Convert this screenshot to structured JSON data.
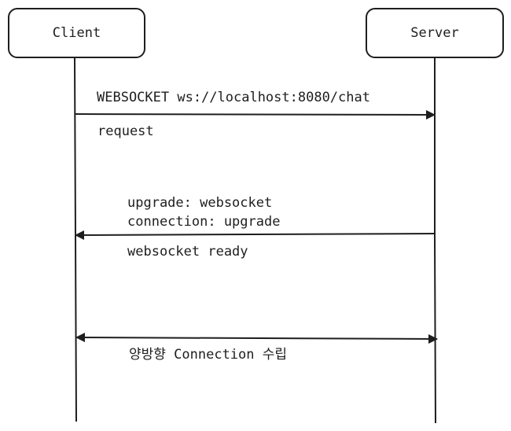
{
  "participants": {
    "client": "Client",
    "server": "Server"
  },
  "messages": [
    {
      "direction": "client-to-server",
      "above": "WEBSOCKET ws://localhost:8080/chat",
      "below": "request"
    },
    {
      "direction": "server-to-client",
      "above_1": "upgrade: websocket",
      "above_2": "connection: upgrade",
      "below": "websocket ready"
    },
    {
      "direction": "bidirectional",
      "below": "양방향 Connection 수립"
    }
  ],
  "colors": {
    "stroke": "#1e1e1e",
    "background": "#ffffff"
  }
}
